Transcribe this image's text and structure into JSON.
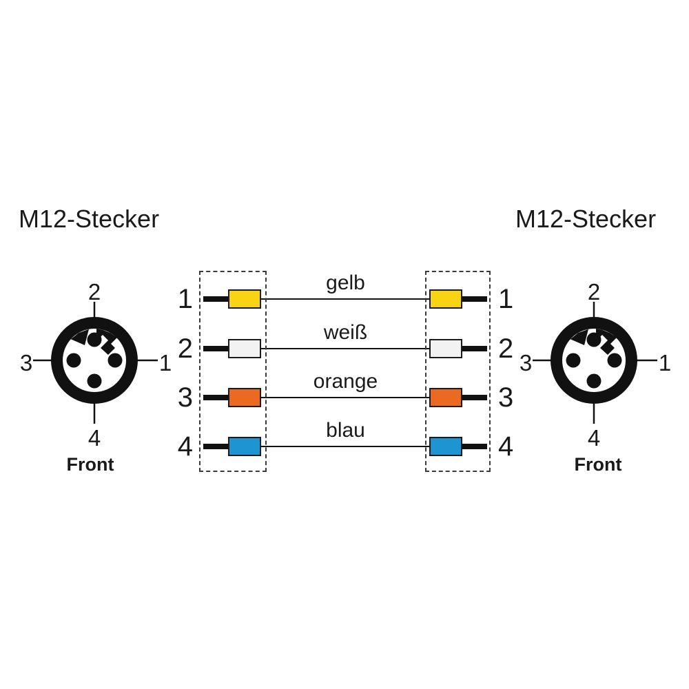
{
  "diagram": {
    "left_connector": {
      "title": "M12-Stecker",
      "pin_top": "2",
      "pin_left": "3",
      "pin_right": "1",
      "pin_bottom": "4",
      "front_label": "Front"
    },
    "right_connector": {
      "title": "M12-Stecker",
      "pin_top": "2",
      "pin_left": "3",
      "pin_right": "1",
      "pin_bottom": "4",
      "front_label": "Front"
    },
    "wires": [
      {
        "left_pin": "1",
        "right_pin": "1",
        "color_name": "gelb",
        "color_hex": "#f8d414"
      },
      {
        "left_pin": "2",
        "right_pin": "2",
        "color_name": "weiß",
        "color_hex": "#f2f2f2"
      },
      {
        "left_pin": "3",
        "right_pin": "3",
        "color_name": "orange",
        "color_hex": "#ea6a21"
      },
      {
        "left_pin": "4",
        "right_pin": "4",
        "color_name": "blau",
        "color_hex": "#1e94d2"
      }
    ],
    "colors": {
      "line": "#111111",
      "text": "#1a1a1a",
      "background": "#ffffff",
      "box_border": "#1a1a1a"
    }
  }
}
